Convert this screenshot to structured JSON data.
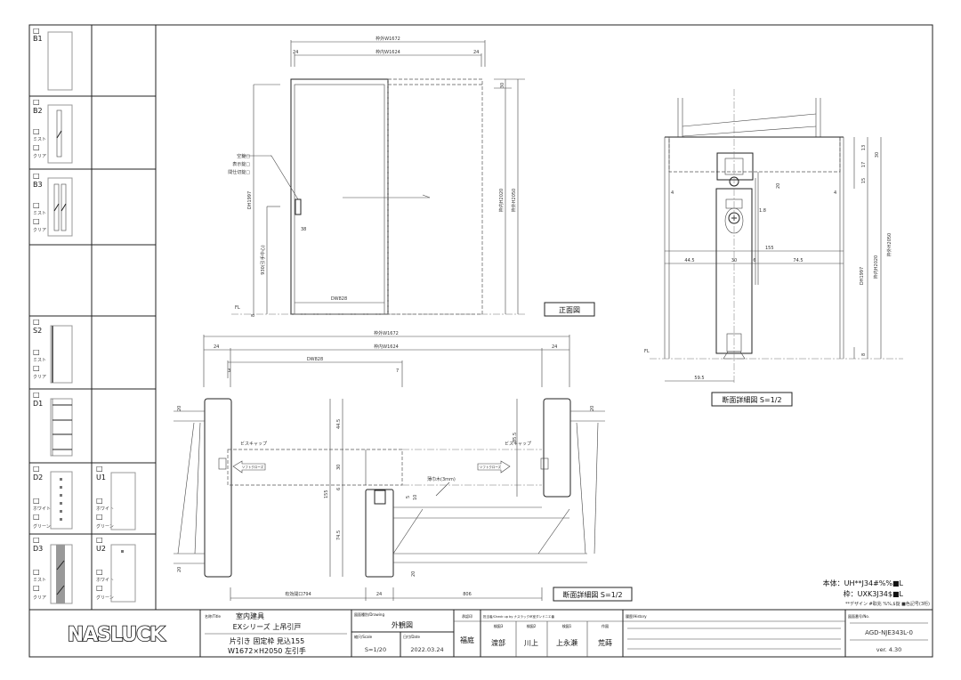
{
  "sidebar": {
    "options": [
      {
        "code": "B1",
        "choices": []
      },
      {
        "code": "B2",
        "choices": [
          "ミスト",
          "クリア"
        ]
      },
      {
        "code": "B3",
        "choices": [
          "ミスト",
          "クリア"
        ]
      },
      {
        "code": "S2",
        "choices": [
          "ミスト",
          "クリア"
        ]
      },
      {
        "code": "D1",
        "choices": []
      },
      {
        "code": "D2",
        "choices": [
          "ホワイト",
          "グリーン"
        ]
      },
      {
        "code": "U1",
        "choices": [
          "ホワイト",
          "グリーン"
        ]
      },
      {
        "code": "D3",
        "choices": [
          "ミスト",
          "クリア"
        ]
      },
      {
        "code": "U2",
        "choices": [
          "ホワイト",
          "グリーン"
        ]
      }
    ],
    "checkbox": "□"
  },
  "front_view": {
    "outer_width": "枠外W1672",
    "inner_width": "枠内W1624",
    "side_left": "24",
    "side_right": "24",
    "top_gap": "30",
    "inner_height": "枠内H2020",
    "outer_height": "枠外H2050",
    "door_height": "DH1997",
    "handle_height": "930(引手中心)",
    "handle_offset": "38",
    "door_width": "DW828",
    "lock_options": [
      "空錠□",
      "表示錠□",
      "間仕切錠□"
    ],
    "fl": "FL",
    "bottom_gap": "8",
    "label": "正面図"
  },
  "vertical_section": {
    "dims_right": [
      "13",
      "17",
      "15",
      "30"
    ],
    "dim_20": "20",
    "dim_4_left": "4",
    "dim_4_right": "4",
    "dim_1_8": "1.8",
    "total": "155",
    "segments": [
      "44.5",
      "30",
      "6",
      "74.5"
    ],
    "door_height": "DH1997",
    "inner_height": "枠内H2020",
    "outer_height": "枠外H2050",
    "bottom_gap": "8",
    "fl": "FL",
    "offset": "59.5",
    "label": "断面詳細図 S=1/2"
  },
  "plan_section": {
    "outer_width": "枠外W1672",
    "inner_width": "枠内W1624",
    "side_left": "24",
    "side_right": "24",
    "door_width": "DW828",
    "dim_3": "3",
    "dim_7": "7",
    "dim_20": "20",
    "v_dims": [
      "44.5",
      "30",
      "6",
      "74.5"
    ],
    "total": "155",
    "dim_85_5": "85.5",
    "dim_5": "5",
    "dim_10": "10",
    "screw_cap": "ビスキャップ",
    "soft_close": "ソフトクローズ",
    "baseboard": "薄巾木(3mm)",
    "effective_opening": "有効開口794",
    "center": "24",
    "right_span": "806",
    "label": "断面詳細図 S=1/2"
  },
  "spec": {
    "body": "本体：UH**J34#%%■L",
    "frame": "枠：UXK3J34$■L",
    "legend": "**デザイン #取兆 %%,$錠 ■色記号(3桁)"
  },
  "title_block": {
    "logo": "NASLUCK",
    "title_label": "名称/Title",
    "title_line1": "室内建具",
    "title_line2": "EXシリーズ 上吊引戸",
    "subtitle_line1": "片引き 固定枠 見込155",
    "subtitle_line2": "W1672×H2050 左引手",
    "drawing_label": "図面種別/Drawing",
    "drawing": "外観図",
    "scale_label": "縮尺/Scale",
    "scale": "S=1/20",
    "date_label": "日付/Date",
    "date": "2022.03.24",
    "approval_label": "承認印",
    "approver": "福庭",
    "check_label": "担当者/Check up by ナスラックIR室ダンドニエ番",
    "checkers": [
      {
        "role": "検図3",
        "name": "渡部"
      },
      {
        "role": "検図2",
        "name": "川上"
      },
      {
        "role": "検図1",
        "name": "上永瀬"
      },
      {
        "role": "作図",
        "name": "荒蒔"
      }
    ],
    "history_label": "履歴/History",
    "number_label": "図面番号/No.",
    "number": "AGD-NJE343L-0",
    "version": "ver. 4.30"
  }
}
